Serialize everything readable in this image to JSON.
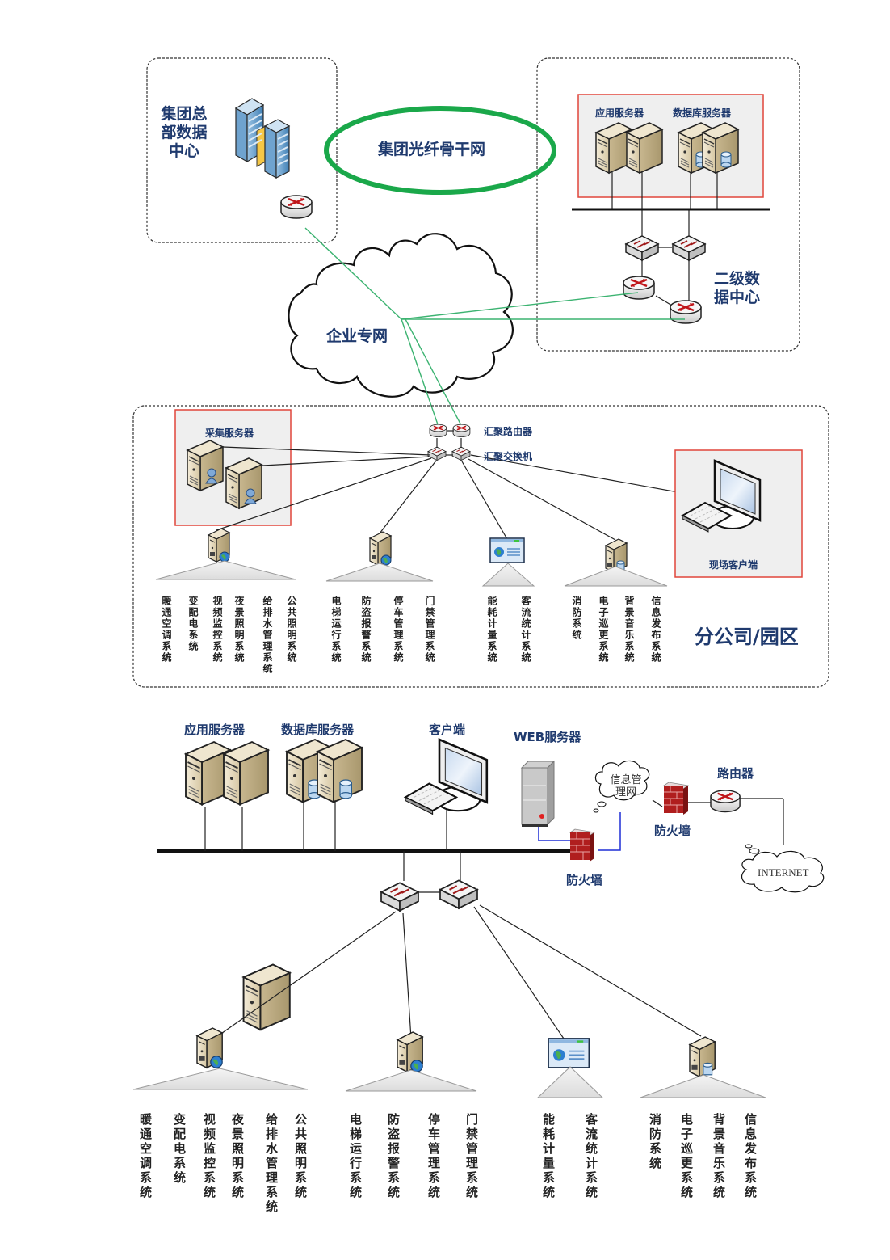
{
  "colors": {
    "label_blue": "#1f3a6e",
    "backbone_green": "#1aa84a",
    "wan_link_green": "#3cb371",
    "highlight_red": "#e0453a",
    "lan_blue": "#1f2fd6"
  },
  "top": {
    "hq_datacenter": {
      "label": "集团总\n部数据\n中心",
      "lines": [
        "集团总",
        "部数据",
        "中心"
      ]
    },
    "backbone": {
      "label": "集团光纤骨干网"
    },
    "secondary_dc": {
      "label_lines": [
        "二级数",
        "据中心"
      ],
      "app_servers_label": "应用服务器",
      "db_servers_label": "数据库服务器"
    },
    "enterprise_net": {
      "label": "企业专网"
    }
  },
  "branch": {
    "title": "分公司/园区",
    "collector_label": "采集服务器",
    "agg_router_label": "汇聚路由器",
    "agg_switch_label": "汇聚交换机",
    "site_client_label": "现场客户端",
    "groups": [
      {
        "icon": "server-globe-icon",
        "systems": [
          "暖通空调系统",
          "变配电系统",
          "视频监控系统",
          "夜景照明系统",
          "给排水管理系统",
          "公共照明系统"
        ]
      },
      {
        "icon": "server-globe-icon",
        "systems": [
          "电梯运行系统",
          "防盗报警系统",
          "停车管理系统",
          "门禁管理系统"
        ]
      },
      {
        "icon": "web-panel-icon",
        "systems": [
          "能耗计量系统",
          "客流统计系统"
        ]
      },
      {
        "icon": "server-db-icon",
        "systems": [
          "消防系统",
          "电子巡更系统",
          "背景音乐系统",
          "信息发布系统"
        ]
      }
    ]
  },
  "bottom": {
    "app_servers_label": "应用服务器",
    "db_servers_label": "数据库服务器",
    "client_label": "客户端",
    "web_server_label": "WEB服务器",
    "info_net_label_lines": [
      "信息管",
      "理网"
    ],
    "firewall_inner_label": "防火墙",
    "firewall_outer_label": "防火墙",
    "router_label": "路由器",
    "internet_label": "INTERNET",
    "groups": [
      {
        "icon": "server-globe-icon",
        "systems": [
          "暖通空调系统",
          "变配电系统",
          "视频监控系统",
          "夜景照明系统",
          "给排水管理系统",
          "公共照明系统"
        ]
      },
      {
        "icon": "server-globe-icon",
        "systems": [
          "电梯运行系统",
          "防盗报警系统",
          "停车管理系统",
          "门禁管理系统"
        ]
      },
      {
        "icon": "web-panel-icon",
        "systems": [
          "能耗计量系统",
          "客流统计系统"
        ]
      },
      {
        "icon": "server-db-icon",
        "systems": [
          "消防系统",
          "电子巡更系统",
          "背景音乐系统",
          "信息发布系统"
        ]
      }
    ]
  }
}
